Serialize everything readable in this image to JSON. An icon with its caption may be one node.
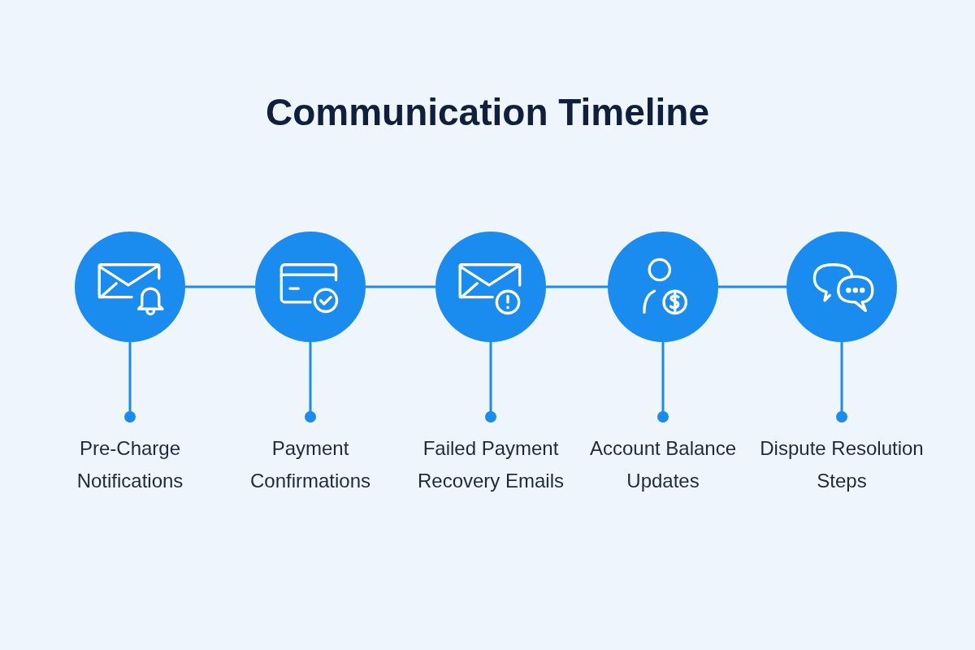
{
  "diagram": {
    "title": "Communication Timeline",
    "nodes": [
      {
        "text": [],
        "shape": "circle"
      },
      {
        "text": [],
        "shape": "circle"
      },
      {
        "text": [],
        "shape": "circle"
      },
      {
        "text": [],
        "shape": "circle"
      },
      {
        "text": [],
        "shape": "circle"
      },
      {
        "text": [
          "Pre-Charge Notifications"
        ]
      },
      {
        "text": [
          "Payment Confirmations"
        ]
      },
      {
        "text": [
          "Failed Payment Recovery Emails"
        ]
      },
      {
        "text": [
          "Account Balance Updates"
        ]
      },
      {
        "text": [
          "Dispute Resolution Steps"
        ]
      }
    ],
    "edges": [
      {
        "from": 0,
        "to": 1,
        "arrow": "none"
      },
      {
        "from": 1,
        "to": 2,
        "arrow": "none"
      },
      {
        "from": 2,
        "to": 3,
        "arrow": "none"
      },
      {
        "from": 3,
        "to": 4,
        "arrow": "none"
      },
      {
        "from": 0,
        "to": 5,
        "arrow": "other"
      },
      {
        "from": 1,
        "to": 6,
        "arrow": "other"
      },
      {
        "from": 2,
        "to": 7,
        "arrow": "other"
      },
      {
        "from": 3,
        "to": 8,
        "arrow": "other"
      },
      {
        "from": 4,
        "to": 9,
        "arrow": "other"
      }
    ]
  }
}
